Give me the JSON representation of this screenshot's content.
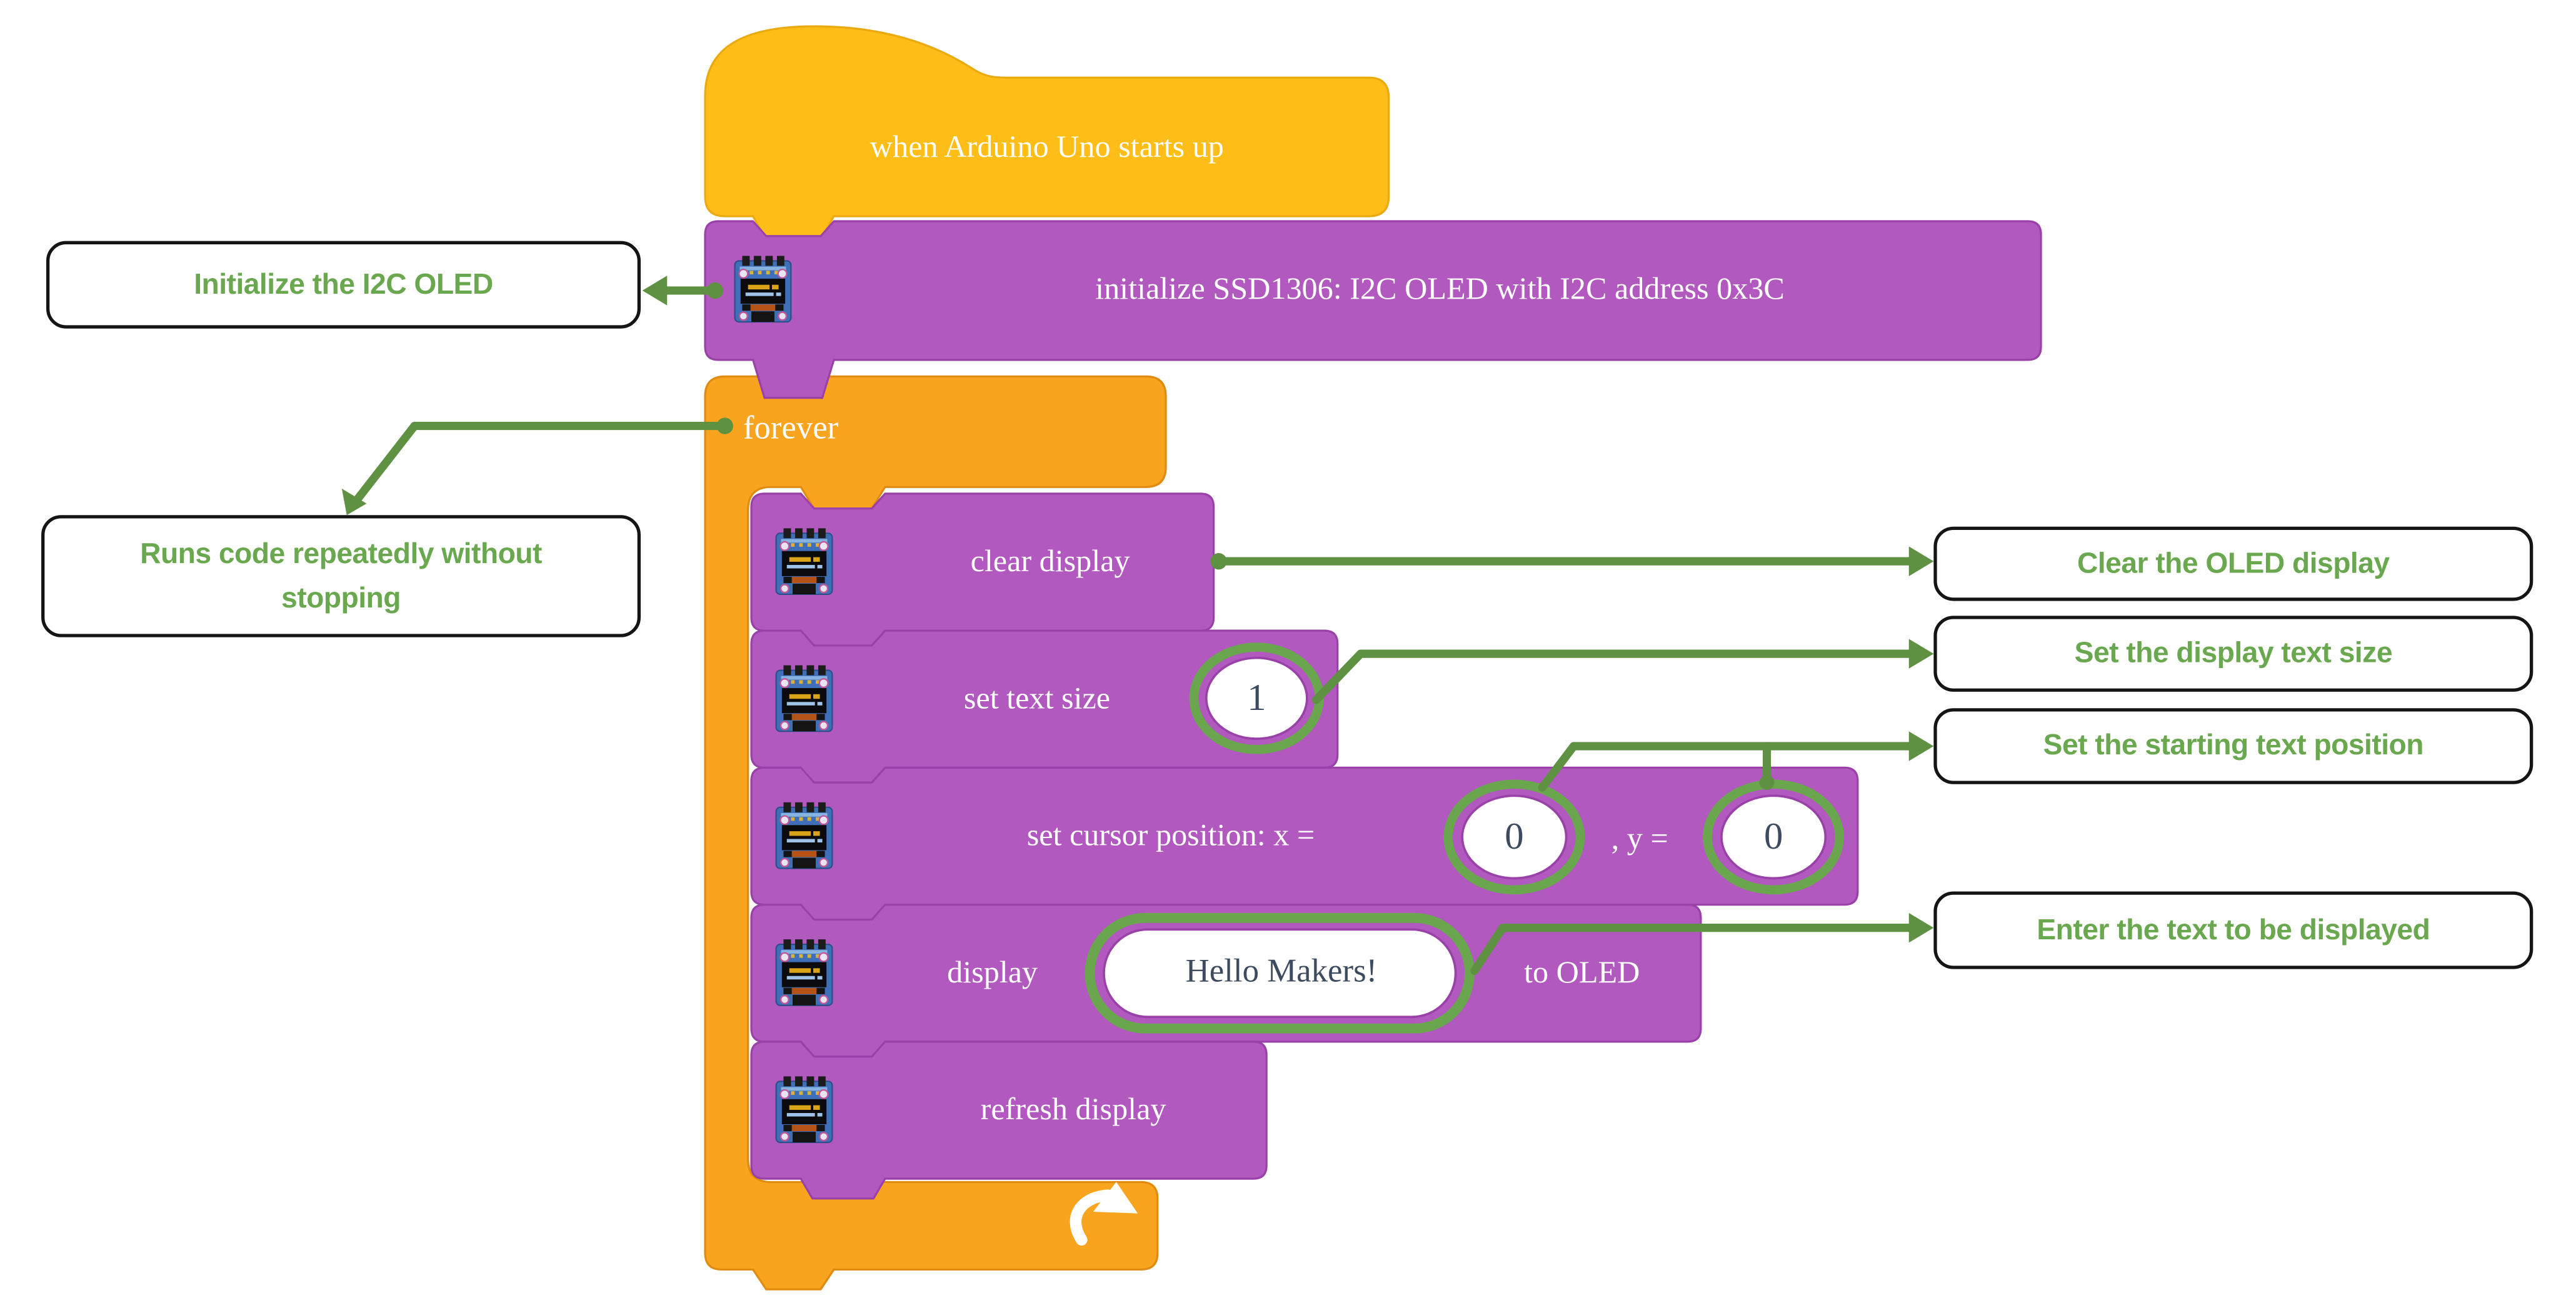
{
  "canvas": {
    "background": "#ffffff"
  },
  "colors": {
    "hat_yellow": "#FFBD17",
    "loop_orange": "#F9A41F",
    "block_purple": "#B259C0",
    "annotation_green": "#6AA84F",
    "arrow_green": "#5E9142",
    "input_ring_green": "#69A64D",
    "input_text": "#3C4B60",
    "callout_border": "#141414"
  },
  "script": {
    "hat_label": "when Arduino Uno starts up",
    "initialize_label": "initialize SSD1306: I2C OLED with I2C address 0x3C",
    "forever_label": "forever",
    "clear_label": "clear display",
    "set_text_size_label": "set text size",
    "set_text_size_value": "1",
    "cursor_label_prefix": "set cursor position: x =",
    "cursor_x_value": "0",
    "cursor_label_mid": ", y =",
    "cursor_y_value": "0",
    "display_label_prefix": "display",
    "display_value": "Hello Makers!",
    "display_label_suffix": "to OLED",
    "refresh_label": "refresh display"
  },
  "annotations": {
    "initialize_note": "Initialize the I2C OLED",
    "forever_note": "Runs code repeatedly without stopping",
    "clear_note": "Clear the OLED display",
    "text_size_note": "Set the display text size",
    "cursor_note": "Set the starting text position",
    "display_note": "Enter the text to be displayed"
  },
  "icons": {
    "block_icon": "oled-display-module-icon",
    "loop_icon": "loop-repeat-arrow-icon"
  }
}
